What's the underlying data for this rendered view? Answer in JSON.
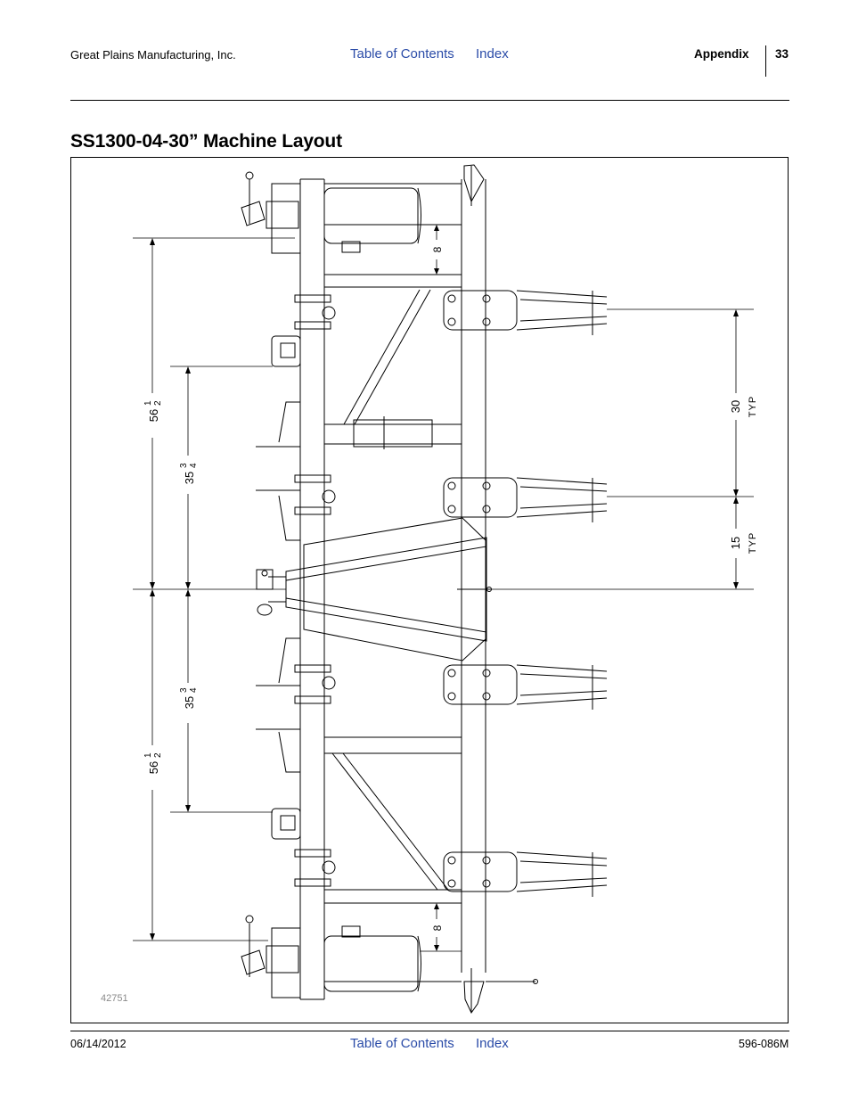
{
  "header": {
    "company": "Great Plains Manufacturing, Inc.",
    "toc_link": "Table of Contents",
    "index_link": "Index",
    "section": "Appendix",
    "page_number": "33"
  },
  "page_title": "SS1300-04-30” Machine Layout",
  "figure": {
    "dimensions": {
      "outer_whole": "56",
      "outer_fraction_num": "1",
      "outer_fraction_den": "2",
      "inner_whole": "35",
      "inner_fraction_num": "3",
      "inner_fraction_den": "4",
      "row_spacing": "30",
      "half_spacing": "15",
      "typ": "TYP",
      "gauge_offset": "8"
    },
    "figure_id": "42751"
  },
  "footer": {
    "date": "06/14/2012",
    "toc_link": "Table of Contents",
    "index_link": "Index",
    "doc_number": "596-086M"
  }
}
